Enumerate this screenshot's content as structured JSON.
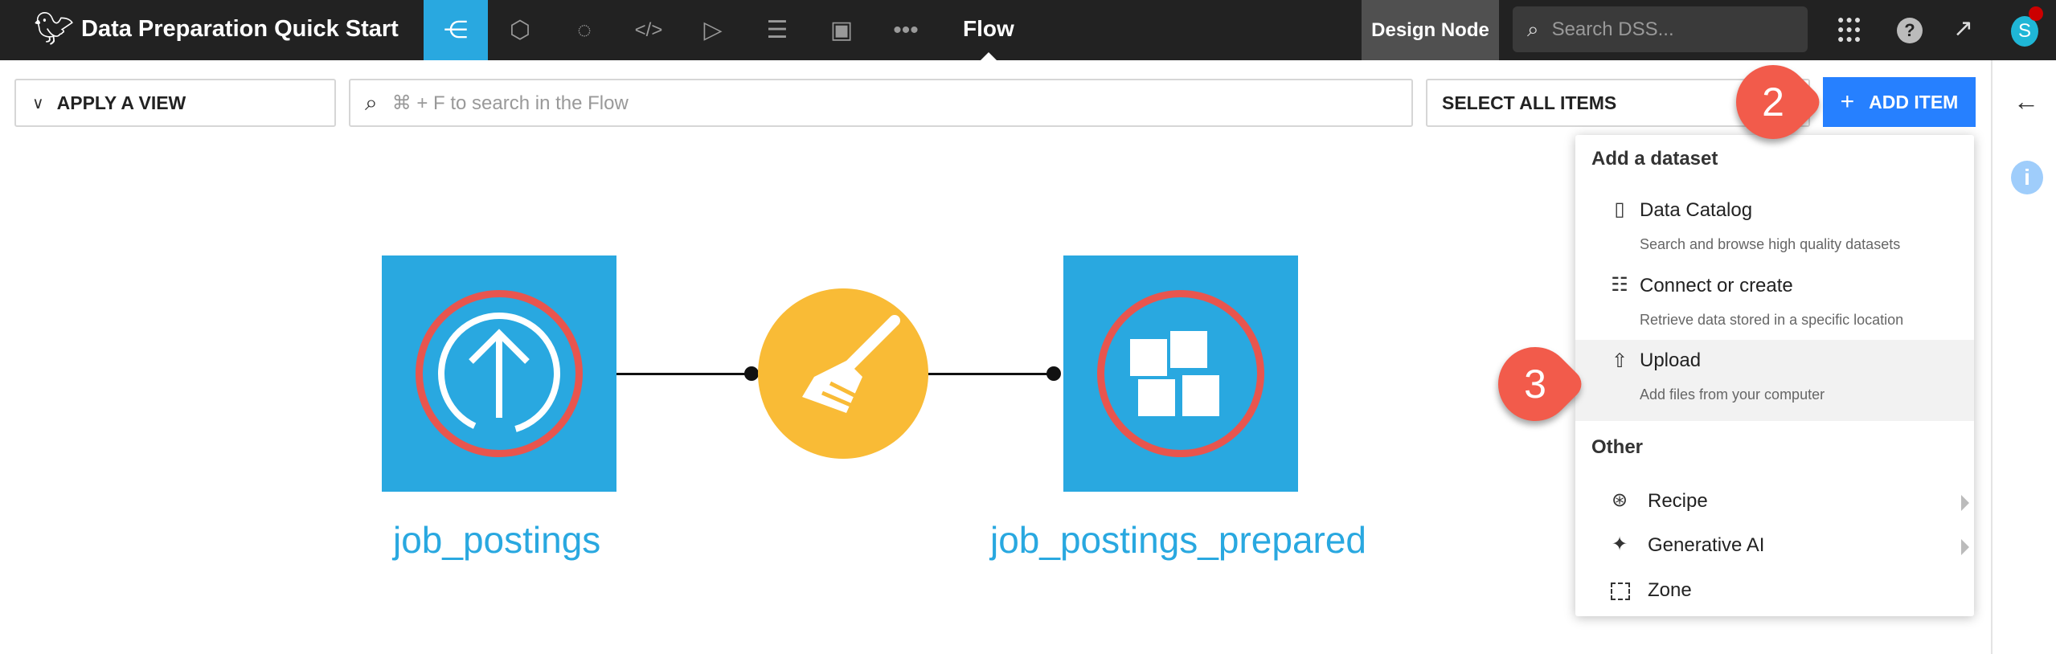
{
  "topbar": {
    "project_title": "Data Preparation Quick Start",
    "current_section": "Flow",
    "node_label": "Design Node",
    "search_placeholder": "Search DSS...",
    "avatar_initial": "S",
    "nav_icons": [
      "flow-icon",
      "lab-icon",
      "lifecycle-icon",
      "code-icon",
      "run-icon",
      "datasets-icon",
      "dashboard-icon",
      "more-icon"
    ]
  },
  "toolbar": {
    "apply_view": "APPLY A VIEW",
    "flow_search_placeholder": "⌘ + F to search in the Flow",
    "select_all": "SELECT ALL ITEMS",
    "add_item": "ADD ITEM"
  },
  "flow": {
    "input_dataset": "job_postings",
    "output_dataset": "job_postings_prepared",
    "recipe_type": "prepare"
  },
  "menu": {
    "section1": "Add a dataset",
    "items": [
      {
        "label": "Data Catalog",
        "sub": "Search and browse high quality datasets"
      },
      {
        "label": "Connect or create",
        "sub": "Retrieve data stored in a specific location"
      },
      {
        "label": "Upload",
        "sub": "Add files from your computer"
      }
    ],
    "section2": "Other",
    "other": [
      {
        "label": "Recipe"
      },
      {
        "label": "Generative AI"
      },
      {
        "label": "Zone"
      }
    ]
  },
  "callouts": [
    "2",
    "3"
  ],
  "colors": {
    "accent": "#29a8e0",
    "button": "#2680ff",
    "callout": "#f25b4b",
    "recipe": "#f9bb36"
  }
}
